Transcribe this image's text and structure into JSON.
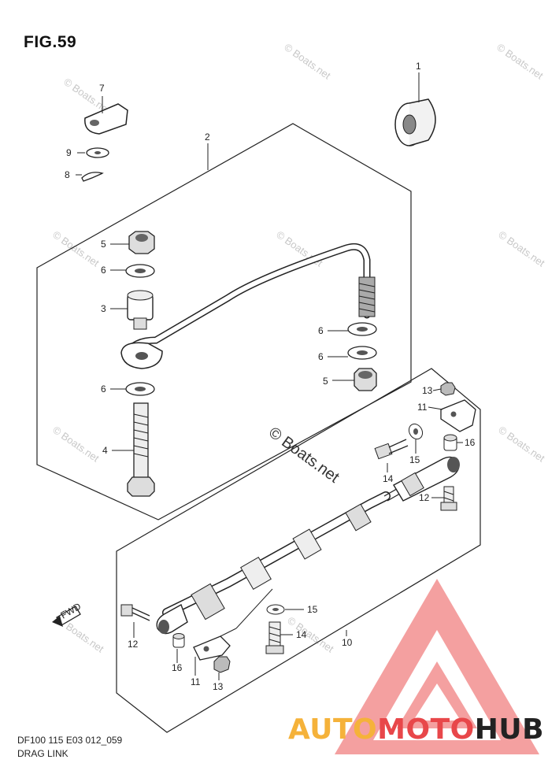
{
  "figure": {
    "title": "FIG.59",
    "drawing_code": "DF100 115 E03 012_059",
    "name": "DRAG LINK",
    "fwd_label": "FWD"
  },
  "watermark": {
    "text": "© Boats.net",
    "center_text": "© Boats.net"
  },
  "callouts": [
    "1",
    "2",
    "3",
    "4",
    "5",
    "5",
    "6",
    "6",
    "6",
    "6",
    "7",
    "8",
    "9",
    "10",
    "11",
    "11",
    "12",
    "12",
    "13",
    "13",
    "14",
    "14",
    "15",
    "15",
    "16",
    "16"
  ],
  "brand": {
    "part1": "AUTO",
    "part2": "MOTO",
    "part3": "HUB",
    "colors": {
      "auto": "#f5b23a",
      "moto": "#e8474a",
      "hub": "#222222",
      "logo": "#ee5a5a"
    }
  }
}
